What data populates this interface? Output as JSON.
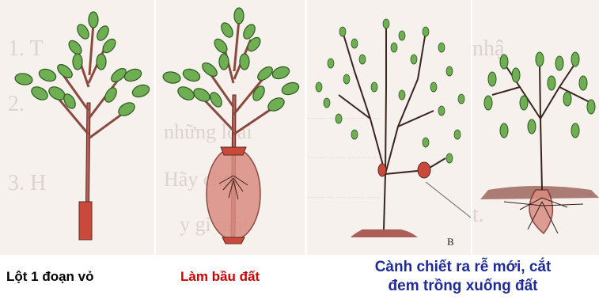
{
  "captions": {
    "step1": "Lột 1 đoạn vỏ",
    "step2": "Làm bầu đất",
    "step3_line1": "Cành chiết ra rễ mới, cắt",
    "step3_line2": "đem trồng xuống đất"
  },
  "figure_label": "B",
  "colors": {
    "leaf": "#6fae52",
    "leaf_dark": "#2d5a22",
    "stem": "#b65f55",
    "stem_bare": "#c94a3a",
    "soil_ball": "#d98d82",
    "caption_black": "#000000",
    "caption_red": "#cc0000",
    "caption_blue": "#1f2a9a"
  }
}
